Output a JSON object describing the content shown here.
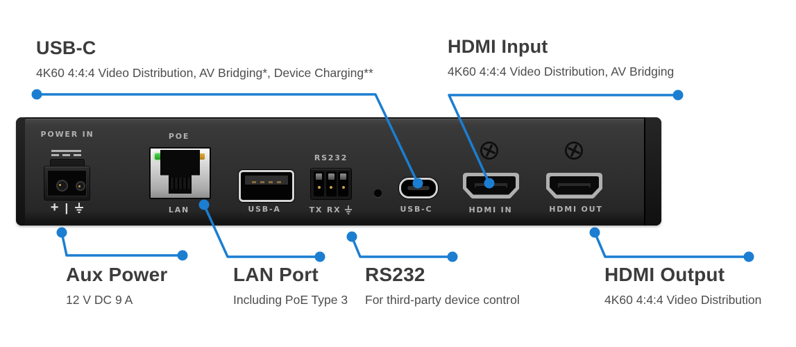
{
  "colors": {
    "accent_blue": "#1B7ED1",
    "heading_gray": "#3C3C3C",
    "panel_label_gray": "#B2B2B2"
  },
  "callouts": {
    "usb_c": {
      "title": "USB-C",
      "desc": "4K60 4:4:4 Video Distribution, AV Bridging*, Device Charging**"
    },
    "hdmi_input": {
      "title": "HDMI Input",
      "desc": "4K60 4:4:4 Video Distribution, AV Bridging"
    },
    "aux_power": {
      "title": "Aux Power",
      "desc": "12 V DC 9 A"
    },
    "lan_port": {
      "title": "LAN Port",
      "desc": "Including PoE Type 3"
    },
    "rs232": {
      "title": "RS232",
      "desc": "For third-party device control"
    },
    "hdmi_output": {
      "title": "HDMI Output",
      "desc": "4K60 4:4:4 Video Distribution"
    }
  },
  "panel": {
    "power_in_label": "POWER IN",
    "polarity_plus": "+",
    "polarity_bar": "|",
    "poe_label": "POE",
    "lan_label": "LAN",
    "usb_a_label": "USB-A",
    "rs232_label": "RS232",
    "rs232_pins_label": "TX RX",
    "usb_c_label": "USB-C",
    "hdmi_in_label": "HDMI IN",
    "hdmi_out_label": "HDMI OUT"
  }
}
